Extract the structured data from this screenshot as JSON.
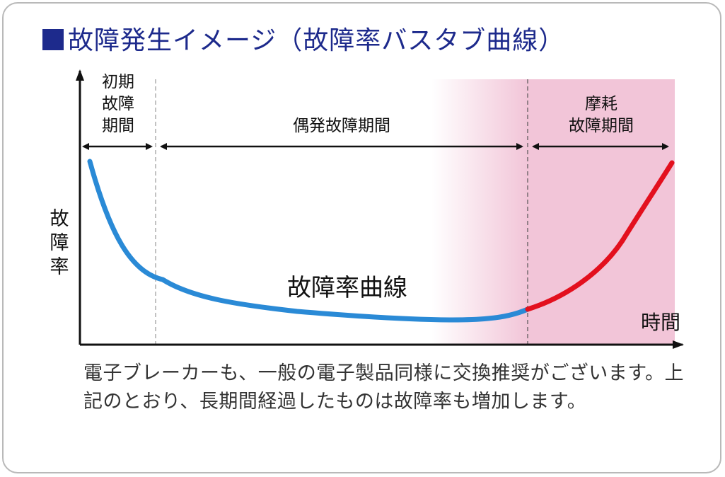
{
  "title": "故障発生イメージ（故障率バスタブ曲線）",
  "y_axis_label": [
    "故",
    "障",
    "率"
  ],
  "x_axis_label": "時間",
  "periods": {
    "initial": [
      "初期",
      "故障",
      "期間"
    ],
    "random": "偶発故障期間",
    "wearout": [
      "摩耗",
      "故障期間"
    ]
  },
  "curve_label": "故障率曲線",
  "description": "電子ブレーカーも、一般の電子製品同様に交換推奨がございます。上記のとおり、長期間経過したものは故障率も増加します。",
  "colors": {
    "title": "#1d2a8c",
    "curve_normal": "#2a8ad6",
    "curve_wearout": "#e3101e",
    "wearout_shade": "#f2c5d8",
    "frame": "#b9b9b9"
  }
}
